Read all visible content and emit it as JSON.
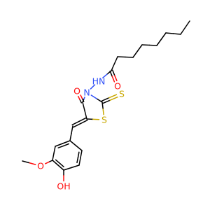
{
  "molecule": {
    "atoms": [
      {
        "id": "chain-c1",
        "element": "C"
      },
      {
        "id": "chain-c2",
        "element": "C"
      },
      {
        "id": "chain-c3",
        "element": "C"
      },
      {
        "id": "chain-c4",
        "element": "C"
      },
      {
        "id": "chain-c5",
        "element": "C"
      },
      {
        "id": "chain-c6",
        "element": "C"
      },
      {
        "id": "chain-c7",
        "element": "C"
      },
      {
        "id": "amide-c",
        "element": "C"
      },
      {
        "id": "amide-o",
        "element": "O",
        "label": "O",
        "color": "#ff0d0d"
      },
      {
        "id": "nh",
        "element": "N",
        "label": "HN",
        "color": "#3050f8"
      },
      {
        "id": "ring-n",
        "element": "N",
        "label": "N",
        "color": "#3050f8"
      },
      {
        "id": "ring-c4",
        "element": "C"
      },
      {
        "id": "ring-c4-o",
        "element": "O",
        "label": "O",
        "color": "#ff0d0d"
      },
      {
        "id": "ring-c5",
        "element": "C"
      },
      {
        "id": "ring-s1",
        "element": "S",
        "label": "S",
        "color": "#c8a800"
      },
      {
        "id": "ring-c2",
        "element": "C"
      },
      {
        "id": "thione-s",
        "element": "S",
        "label": "S",
        "color": "#c8a800"
      },
      {
        "id": "methine-c",
        "element": "C"
      },
      {
        "id": "ar-c1",
        "element": "C"
      },
      {
        "id": "ar-c2",
        "element": "C"
      },
      {
        "id": "ar-c3",
        "element": "C"
      },
      {
        "id": "ar-c4",
        "element": "C"
      },
      {
        "id": "ar-c5",
        "element": "C"
      },
      {
        "id": "ar-c6",
        "element": "C"
      },
      {
        "id": "methoxy-o",
        "element": "O",
        "label": "O",
        "color": "#ff0d0d"
      },
      {
        "id": "methoxy-c",
        "element": "C"
      },
      {
        "id": "hydroxy-o",
        "element": "O",
        "label": "OH",
        "color": "#ff0d0d"
      }
    ],
    "bonds": [
      {
        "from": "chain-c1",
        "to": "chain-c2",
        "order": 1
      },
      {
        "from": "chain-c2",
        "to": "chain-c3",
        "order": 1
      },
      {
        "from": "chain-c3",
        "to": "chain-c4",
        "order": 1
      },
      {
        "from": "chain-c4",
        "to": "chain-c5",
        "order": 1
      },
      {
        "from": "chain-c5",
        "to": "chain-c6",
        "order": 1
      },
      {
        "from": "chain-c6",
        "to": "chain-c7",
        "order": 1
      },
      {
        "from": "chain-c7",
        "to": "amide-c",
        "order": 1
      },
      {
        "from": "amide-c",
        "to": "amide-o",
        "order": 2
      },
      {
        "from": "amide-c",
        "to": "nh",
        "order": 1
      },
      {
        "from": "nh",
        "to": "ring-n",
        "order": 1
      },
      {
        "from": "ring-n",
        "to": "ring-c4",
        "order": 1
      },
      {
        "from": "ring-c4",
        "to": "ring-c4-o",
        "order": 2
      },
      {
        "from": "ring-c4",
        "to": "ring-c5",
        "order": 1
      },
      {
        "from": "ring-c5",
        "to": "ring-s1",
        "order": 1
      },
      {
        "from": "ring-s1",
        "to": "ring-c2",
        "order": 1
      },
      {
        "from": "ring-c2",
        "to": "ring-n",
        "order": 1
      },
      {
        "from": "ring-c2",
        "to": "thione-s",
        "order": 2
      },
      {
        "from": "ring-c5",
        "to": "methine-c",
        "order": 2
      },
      {
        "from": "methine-c",
        "to": "ar-c1",
        "order": 1
      },
      {
        "from": "ar-c1",
        "to": "ar-c2",
        "order": 2
      },
      {
        "from": "ar-c2",
        "to": "ar-c3",
        "order": 1
      },
      {
        "from": "ar-c3",
        "to": "ar-c4",
        "order": 2
      },
      {
        "from": "ar-c4",
        "to": "ar-c5",
        "order": 1
      },
      {
        "from": "ar-c5",
        "to": "ar-c6",
        "order": 2
      },
      {
        "from": "ar-c6",
        "to": "ar-c1",
        "order": 1
      },
      {
        "from": "ar-c3",
        "to": "methoxy-o",
        "order": 1
      },
      {
        "from": "methoxy-o",
        "to": "methoxy-c",
        "order": 1
      },
      {
        "from": "ar-c4",
        "to": "hydroxy-o",
        "order": 1
      }
    ]
  }
}
